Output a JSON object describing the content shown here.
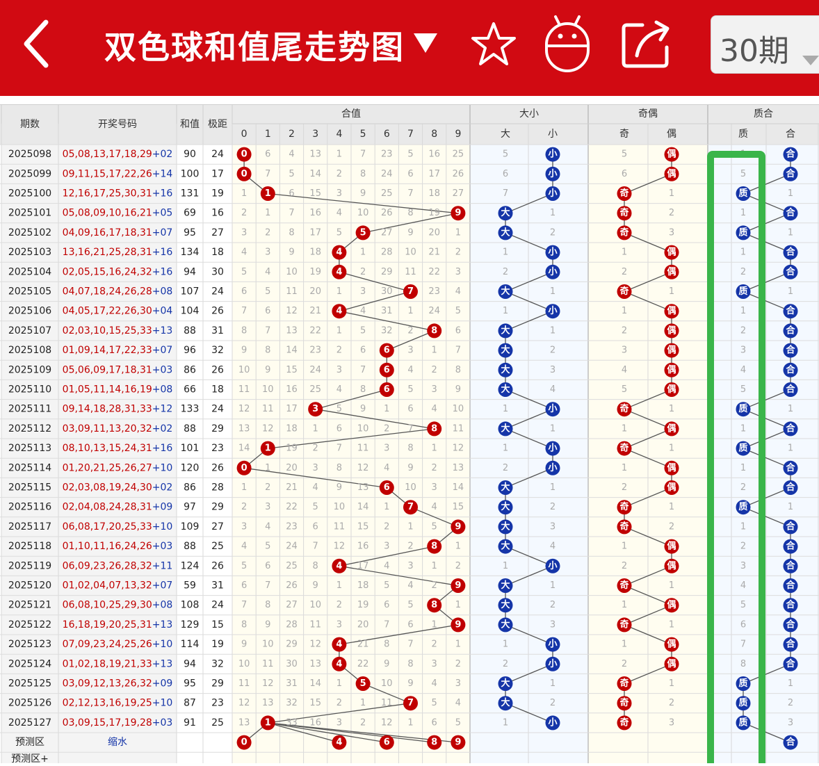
{
  "header": {
    "back_icon": "chevron-left-icon",
    "title": "双色球和值尾走势图",
    "title_caret": "▼",
    "star_icon": "star-icon",
    "robot_icon": "robot-icon",
    "share_icon": "share-icon",
    "period": "30期"
  },
  "colors": {
    "brand": "#d10a12",
    "ball_red": "#c00000",
    "ball_blue": "#1535a8",
    "highlight": "#3ab54a"
  },
  "table": {
    "head": {
      "issue": "期数",
      "numbers": "开奖号码",
      "sum": "和值",
      "span": "极距",
      "g_hezhi": "合值",
      "g_daxiao": "大小",
      "g_jiou": "奇偶",
      "g_zhihe": "质合",
      "digits": [
        "0",
        "1",
        "2",
        "3",
        "4",
        "5",
        "6",
        "7",
        "8",
        "9"
      ],
      "da": "大",
      "xiao": "小",
      "ji": "奇",
      "ou": "偶",
      "zhi": "质",
      "he": "合"
    },
    "rows": [
      {
        "issue": "2025098",
        "red": "05,08,13,17,18,29",
        "blue": "+02",
        "sum": "90",
        "span": "24",
        "miss": [
          "0",
          "6",
          "4",
          "13",
          "1",
          "7",
          "23",
          "5",
          "16",
          "25"
        ],
        "dx": [
          "5",
          "小"
        ],
        "jo": [
          "5",
          "偶"
        ],
        "zh": [
          "1",
          "合"
        ]
      },
      {
        "issue": "2025099",
        "red": "09,11,15,17,22,26",
        "blue": "+14",
        "sum": "100",
        "span": "17",
        "miss": [
          "0",
          "7",
          "5",
          "14",
          "2",
          "8",
          "24",
          "6",
          "17",
          "26"
        ],
        "dx": [
          "6",
          "小"
        ],
        "jo": [
          "6",
          "偶"
        ],
        "zh": [
          "5",
          "合"
        ]
      },
      {
        "issue": "2025100",
        "red": "12,16,17,25,30,31",
        "blue": "+16",
        "sum": "131",
        "span": "19",
        "miss": [
          "1",
          "1",
          "6",
          "15",
          "3",
          "9",
          "25",
          "7",
          "18",
          "27"
        ],
        "dx": [
          "7",
          "小"
        ],
        "jo": [
          "奇",
          "1"
        ],
        "zh": [
          "质",
          "1"
        ]
      },
      {
        "issue": "2025101",
        "red": "05,08,09,10,16,21",
        "blue": "+05",
        "sum": "69",
        "span": "16",
        "miss": [
          "2",
          "1",
          "7",
          "16",
          "4",
          "10",
          "26",
          "8",
          "19",
          "9"
        ],
        "dx": [
          "大",
          "1"
        ],
        "jo": [
          "奇",
          "2"
        ],
        "zh": [
          "1",
          "合"
        ]
      },
      {
        "issue": "2025102",
        "red": "04,09,16,17,18,31",
        "blue": "+07",
        "sum": "95",
        "span": "27",
        "miss": [
          "3",
          "2",
          "8",
          "17",
          "5",
          "5",
          "27",
          "9",
          "20",
          "1"
        ],
        "dx": [
          "大",
          "2"
        ],
        "jo": [
          "奇",
          "3"
        ],
        "zh": [
          "质",
          "1"
        ]
      },
      {
        "issue": "2025103",
        "red": "13,16,21,25,28,31",
        "blue": "+16",
        "sum": "134",
        "span": "18",
        "miss": [
          "4",
          "3",
          "9",
          "18",
          "4",
          "1",
          "28",
          "10",
          "21",
          "2"
        ],
        "dx": [
          "1",
          "小"
        ],
        "jo": [
          "1",
          "偶"
        ],
        "zh": [
          "1",
          "合"
        ]
      },
      {
        "issue": "2025104",
        "red": "02,05,15,16,24,32",
        "blue": "+16",
        "sum": "94",
        "span": "30",
        "miss": [
          "5",
          "4",
          "10",
          "19",
          "4",
          "2",
          "29",
          "11",
          "22",
          "3"
        ],
        "dx": [
          "2",
          "小"
        ],
        "jo": [
          "2",
          "偶"
        ],
        "zh": [
          "2",
          "合"
        ]
      },
      {
        "issue": "2025105",
        "red": "04,07,18,24,26,28",
        "blue": "+08",
        "sum": "107",
        "span": "24",
        "miss": [
          "6",
          "5",
          "11",
          "20",
          "1",
          "3",
          "30",
          "7",
          "23",
          "4"
        ],
        "dx": [
          "大",
          "1"
        ],
        "jo": [
          "奇",
          "1"
        ],
        "zh": [
          "质",
          "1"
        ]
      },
      {
        "issue": "2025106",
        "red": "04,05,17,22,26,30",
        "blue": "+04",
        "sum": "104",
        "span": "26",
        "miss": [
          "7",
          "6",
          "12",
          "21",
          "4",
          "4",
          "31",
          "1",
          "24",
          "5"
        ],
        "dx": [
          "1",
          "小"
        ],
        "jo": [
          "1",
          "偶"
        ],
        "zh": [
          "1",
          "合"
        ]
      },
      {
        "issue": "2025107",
        "red": "02,03,10,15,25,33",
        "blue": "+13",
        "sum": "88",
        "span": "31",
        "miss": [
          "8",
          "7",
          "13",
          "22",
          "1",
          "5",
          "32",
          "2",
          "8",
          "6"
        ],
        "dx": [
          "大",
          "1"
        ],
        "jo": [
          "2",
          "偶"
        ],
        "zh": [
          "2",
          "合"
        ]
      },
      {
        "issue": "2025108",
        "red": "01,09,14,17,22,33",
        "blue": "+07",
        "sum": "96",
        "span": "32",
        "miss": [
          "9",
          "8",
          "14",
          "23",
          "2",
          "6",
          "6",
          "3",
          "1",
          "7"
        ],
        "dx": [
          "大",
          "2"
        ],
        "jo": [
          "3",
          "偶"
        ],
        "zh": [
          "3",
          "合"
        ]
      },
      {
        "issue": "2025109",
        "red": "05,06,09,17,18,31",
        "blue": "+03",
        "sum": "86",
        "span": "26",
        "miss": [
          "10",
          "9",
          "15",
          "24",
          "3",
          "7",
          "6",
          "4",
          "2",
          "8"
        ],
        "dx": [
          "大",
          "3"
        ],
        "jo": [
          "4",
          "偶"
        ],
        "zh": [
          "4",
          "合"
        ]
      },
      {
        "issue": "2025110",
        "red": "01,05,11,14,16,19",
        "blue": "+08",
        "sum": "66",
        "span": "18",
        "miss": [
          "11",
          "10",
          "16",
          "25",
          "4",
          "8",
          "6",
          "5",
          "3",
          "9"
        ],
        "dx": [
          "大",
          "4"
        ],
        "jo": [
          "5",
          "偶"
        ],
        "zh": [
          "5",
          "合"
        ]
      },
      {
        "issue": "2025111",
        "red": "09,14,18,28,31,33",
        "blue": "+12",
        "sum": "133",
        "span": "24",
        "miss": [
          "12",
          "11",
          "17",
          "3",
          "5",
          "9",
          "1",
          "6",
          "4",
          "10"
        ],
        "dx": [
          "1",
          "小"
        ],
        "jo": [
          "奇",
          "1"
        ],
        "zh": [
          "质",
          "1"
        ]
      },
      {
        "issue": "2025112",
        "red": "03,09,11,13,20,32",
        "blue": "+02",
        "sum": "88",
        "span": "29",
        "miss": [
          "13",
          "12",
          "18",
          "1",
          "6",
          "10",
          "2",
          "7",
          "8",
          "11"
        ],
        "dx": [
          "大",
          "1"
        ],
        "jo": [
          "1",
          "偶"
        ],
        "zh": [
          "1",
          "合"
        ]
      },
      {
        "issue": "2025113",
        "red": "08,10,13,15,24,31",
        "blue": "+16",
        "sum": "101",
        "span": "23",
        "miss": [
          "14",
          "1",
          "19",
          "2",
          "7",
          "11",
          "3",
          "8",
          "1",
          "12"
        ],
        "dx": [
          "1",
          "小"
        ],
        "jo": [
          "奇",
          "1"
        ],
        "zh": [
          "质",
          "1"
        ]
      },
      {
        "issue": "2025114",
        "red": "01,20,21,25,26,27",
        "blue": "+10",
        "sum": "120",
        "span": "26",
        "miss": [
          "0",
          "1",
          "20",
          "3",
          "8",
          "12",
          "4",
          "9",
          "2",
          "13"
        ],
        "dx": [
          "2",
          "小"
        ],
        "jo": [
          "1",
          "偶"
        ],
        "zh": [
          "1",
          "合"
        ]
      },
      {
        "issue": "2025115",
        "red": "02,03,08,19,24,30",
        "blue": "+02",
        "sum": "86",
        "span": "28",
        "miss": [
          "1",
          "2",
          "21",
          "4",
          "9",
          "13",
          "6",
          "10",
          "3",
          "14"
        ],
        "dx": [
          "大",
          "1"
        ],
        "jo": [
          "2",
          "偶"
        ],
        "zh": [
          "2",
          "合"
        ]
      },
      {
        "issue": "2025116",
        "red": "02,04,08,24,28,31",
        "blue": "+09",
        "sum": "97",
        "span": "29",
        "miss": [
          "2",
          "3",
          "22",
          "5",
          "10",
          "14",
          "1",
          "7",
          "4",
          "15"
        ],
        "dx": [
          "大",
          "2"
        ],
        "jo": [
          "奇",
          "1"
        ],
        "zh": [
          "质",
          "1"
        ]
      },
      {
        "issue": "2025117",
        "red": "06,08,17,20,25,33",
        "blue": "+10",
        "sum": "109",
        "span": "27",
        "miss": [
          "3",
          "4",
          "23",
          "6",
          "11",
          "15",
          "2",
          "1",
          "5",
          "9"
        ],
        "dx": [
          "大",
          "3"
        ],
        "jo": [
          "奇",
          "2"
        ],
        "zh": [
          "1",
          "合"
        ]
      },
      {
        "issue": "2025118",
        "red": "01,10,11,16,24,26",
        "blue": "+03",
        "sum": "88",
        "span": "25",
        "miss": [
          "4",
          "5",
          "24",
          "7",
          "12",
          "16",
          "3",
          "2",
          "8",
          "1"
        ],
        "dx": [
          "大",
          "4"
        ],
        "jo": [
          "1",
          "偶"
        ],
        "zh": [
          "2",
          "合"
        ]
      },
      {
        "issue": "2025119",
        "red": "06,09,23,26,28,32",
        "blue": "+11",
        "sum": "124",
        "span": "26",
        "miss": [
          "5",
          "6",
          "25",
          "8",
          "4",
          "17",
          "4",
          "3",
          "1",
          "2"
        ],
        "dx": [
          "1",
          "小"
        ],
        "jo": [
          "2",
          "偶"
        ],
        "zh": [
          "3",
          "合"
        ]
      },
      {
        "issue": "2025120",
        "red": "01,02,04,07,13,32",
        "blue": "+07",
        "sum": "59",
        "span": "31",
        "miss": [
          "6",
          "7",
          "26",
          "9",
          "1",
          "18",
          "5",
          "4",
          "2",
          "9"
        ],
        "dx": [
          "大",
          "1"
        ],
        "jo": [
          "奇",
          "1"
        ],
        "zh": [
          "4",
          "合"
        ]
      },
      {
        "issue": "2025121",
        "red": "06,08,10,25,29,30",
        "blue": "+08",
        "sum": "108",
        "span": "24",
        "miss": [
          "7",
          "8",
          "27",
          "10",
          "2",
          "19",
          "6",
          "5",
          "8",
          "1"
        ],
        "dx": [
          "大",
          "2"
        ],
        "jo": [
          "1",
          "偶"
        ],
        "zh": [
          "5",
          "合"
        ]
      },
      {
        "issue": "2025122",
        "red": "16,18,19,20,25,31",
        "blue": "+13",
        "sum": "129",
        "span": "15",
        "miss": [
          "8",
          "9",
          "28",
          "11",
          "3",
          "20",
          "7",
          "6",
          "1",
          "9"
        ],
        "dx": [
          "大",
          "3"
        ],
        "jo": [
          "奇",
          "1"
        ],
        "zh": [
          "6",
          "合"
        ]
      },
      {
        "issue": "2025123",
        "red": "07,09,23,24,25,26",
        "blue": "+10",
        "sum": "114",
        "span": "19",
        "miss": [
          "9",
          "10",
          "29",
          "12",
          "4",
          "21",
          "8",
          "7",
          "2",
          "1"
        ],
        "dx": [
          "1",
          "小"
        ],
        "jo": [
          "1",
          "偶"
        ],
        "zh": [
          "7",
          "合"
        ]
      },
      {
        "issue": "2025124",
        "red": "01,02,18,19,21,33",
        "blue": "+13",
        "sum": "94",
        "span": "32",
        "miss": [
          "10",
          "11",
          "30",
          "13",
          "4",
          "22",
          "9",
          "8",
          "3",
          "2"
        ],
        "dx": [
          "2",
          "小"
        ],
        "jo": [
          "2",
          "偶"
        ],
        "zh": [
          "8",
          "合"
        ]
      },
      {
        "issue": "2025125",
        "red": "03,09,12,13,26,32",
        "blue": "+09",
        "sum": "95",
        "span": "29",
        "miss": [
          "11",
          "12",
          "31",
          "14",
          "1",
          "5",
          "10",
          "9",
          "4",
          "3"
        ],
        "dx": [
          "大",
          "1"
        ],
        "jo": [
          "奇",
          "1"
        ],
        "zh": [
          "质",
          "1"
        ]
      },
      {
        "issue": "2025126",
        "red": "02,12,13,16,19,25",
        "blue": "+10",
        "sum": "87",
        "span": "23",
        "miss": [
          "12",
          "13",
          "32",
          "15",
          "2",
          "1",
          "11",
          "7",
          "5",
          "4"
        ],
        "dx": [
          "大",
          "2"
        ],
        "jo": [
          "奇",
          "2"
        ],
        "zh": [
          "质",
          "2"
        ]
      },
      {
        "issue": "2025127",
        "red": "03,09,15,17,19,28",
        "blue": "+03",
        "sum": "91",
        "span": "25",
        "miss": [
          "13",
          "1",
          "33",
          "16",
          "3",
          "2",
          "12",
          "1",
          "6",
          "5"
        ],
        "dx": [
          "1",
          "小"
        ],
        "jo": [
          "奇",
          "3"
        ],
        "zh": [
          "质",
          "3"
        ]
      }
    ],
    "predict": {
      "label": "预测区",
      "shrink": "缩水",
      "balls": [
        "0",
        "4",
        "6",
        "8",
        "9"
      ],
      "he": "合"
    },
    "predict2": {
      "label": "预测区+"
    }
  }
}
